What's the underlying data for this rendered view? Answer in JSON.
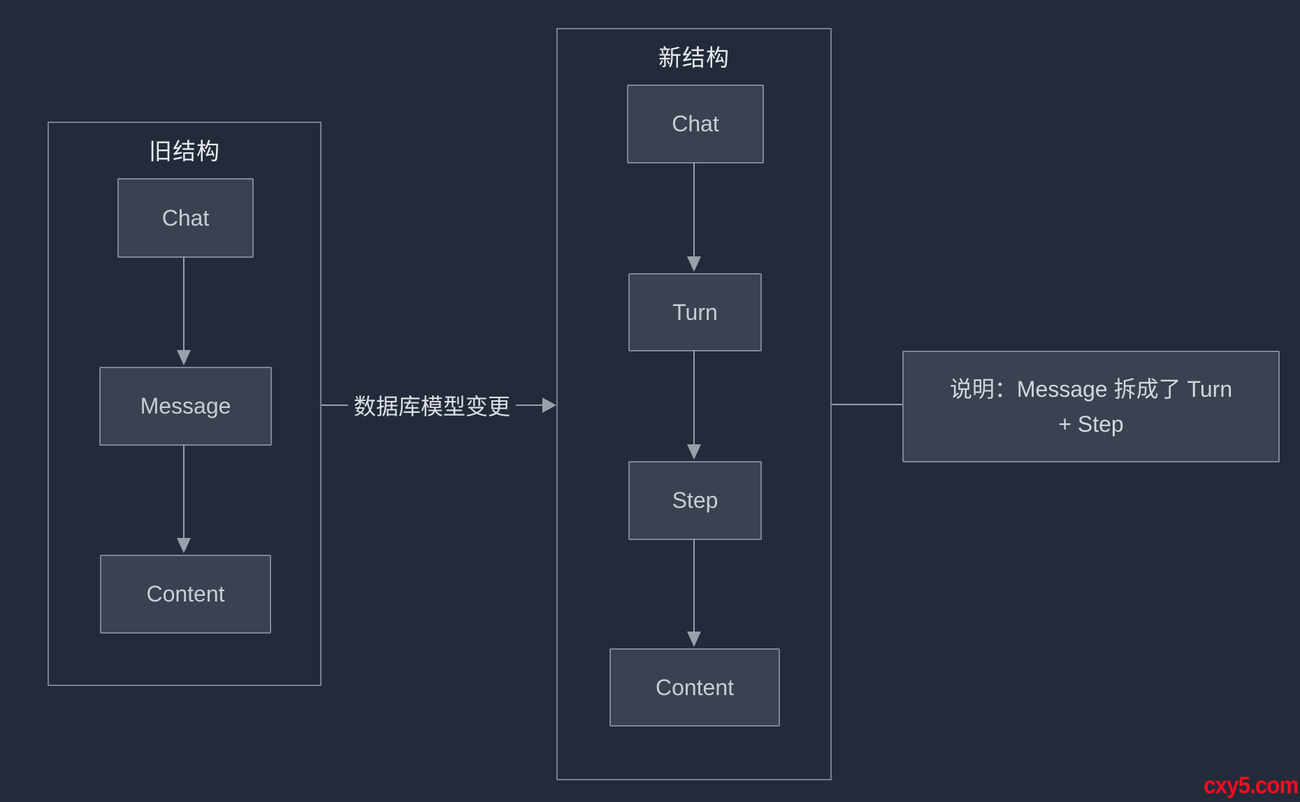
{
  "colors": {
    "background": "#232b3a",
    "node_fill": "#3a4150",
    "node_border": "#7e8694",
    "group_border": "#78808e",
    "node_text": "#c8cdd5",
    "title_text": "#e9ecf1",
    "arrow": "#98a0ac",
    "watermark_red": "#f20d1d"
  },
  "diagram": {
    "old_group": {
      "title": "旧结构",
      "nodes": [
        {
          "label": "Chat"
        },
        {
          "label": "Message"
        },
        {
          "label": "Content"
        }
      ]
    },
    "new_group": {
      "title": "新结构",
      "nodes": [
        {
          "label": "Chat"
        },
        {
          "label": "Turn"
        },
        {
          "label": "Step"
        },
        {
          "label": "Content"
        }
      ]
    },
    "flow": {
      "old_to_new_label": "数据库模型变更"
    },
    "note": {
      "line1": "说明：Message 拆成了 Turn",
      "line2": "+ Step"
    }
  },
  "watermark": {
    "text": "cxy5.com"
  }
}
